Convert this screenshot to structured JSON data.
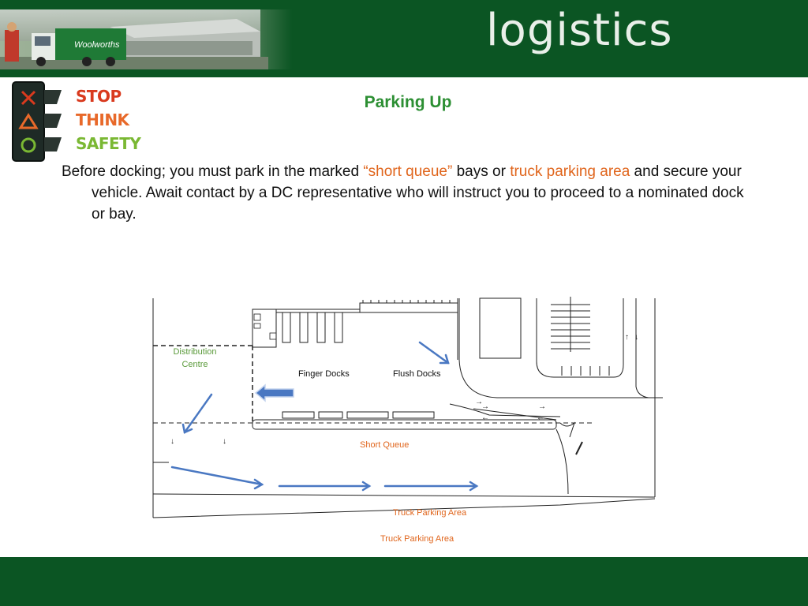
{
  "header": {
    "brand": "logistics",
    "photo_icon": "warehouse-truck-photo",
    "photo_truck_text": "Woolworths"
  },
  "safety": {
    "icon": "traffic-light-icon",
    "stop": "STOP",
    "think": "THINK",
    "safety": "SAFETY",
    "colors": {
      "stop": "#d93a1e",
      "think": "#e8692a",
      "safety": "#7ab833"
    }
  },
  "slide": {
    "title": "Parking Up",
    "body_part1": "Before docking; you must park in the marked ",
    "body_hl1": "“short queue”",
    "body_part2": " bays or ",
    "body_hl2": "truck parking area",
    "body_part3": " and secure your vehicle. Await contact by a DC representative who will instruct you to proceed to a nominated dock or bay."
  },
  "map": {
    "labels": {
      "dc_line1": "Distribution",
      "dc_line2": "Centre",
      "finger_docks": "Finger Docks",
      "flush_docks": "Flush Docks",
      "short_queue": "Short Queue",
      "truck_parking_1": "Truck Parking Area",
      "truck_parking_2": "Truck Parking Area"
    },
    "colors": {
      "arrow": "#4a78c2",
      "label_green": "#5a9a3a",
      "label_orange": "#e0651c"
    }
  },
  "theme": {
    "green": "#0b5523",
    "title_green": "#2c8f33"
  }
}
